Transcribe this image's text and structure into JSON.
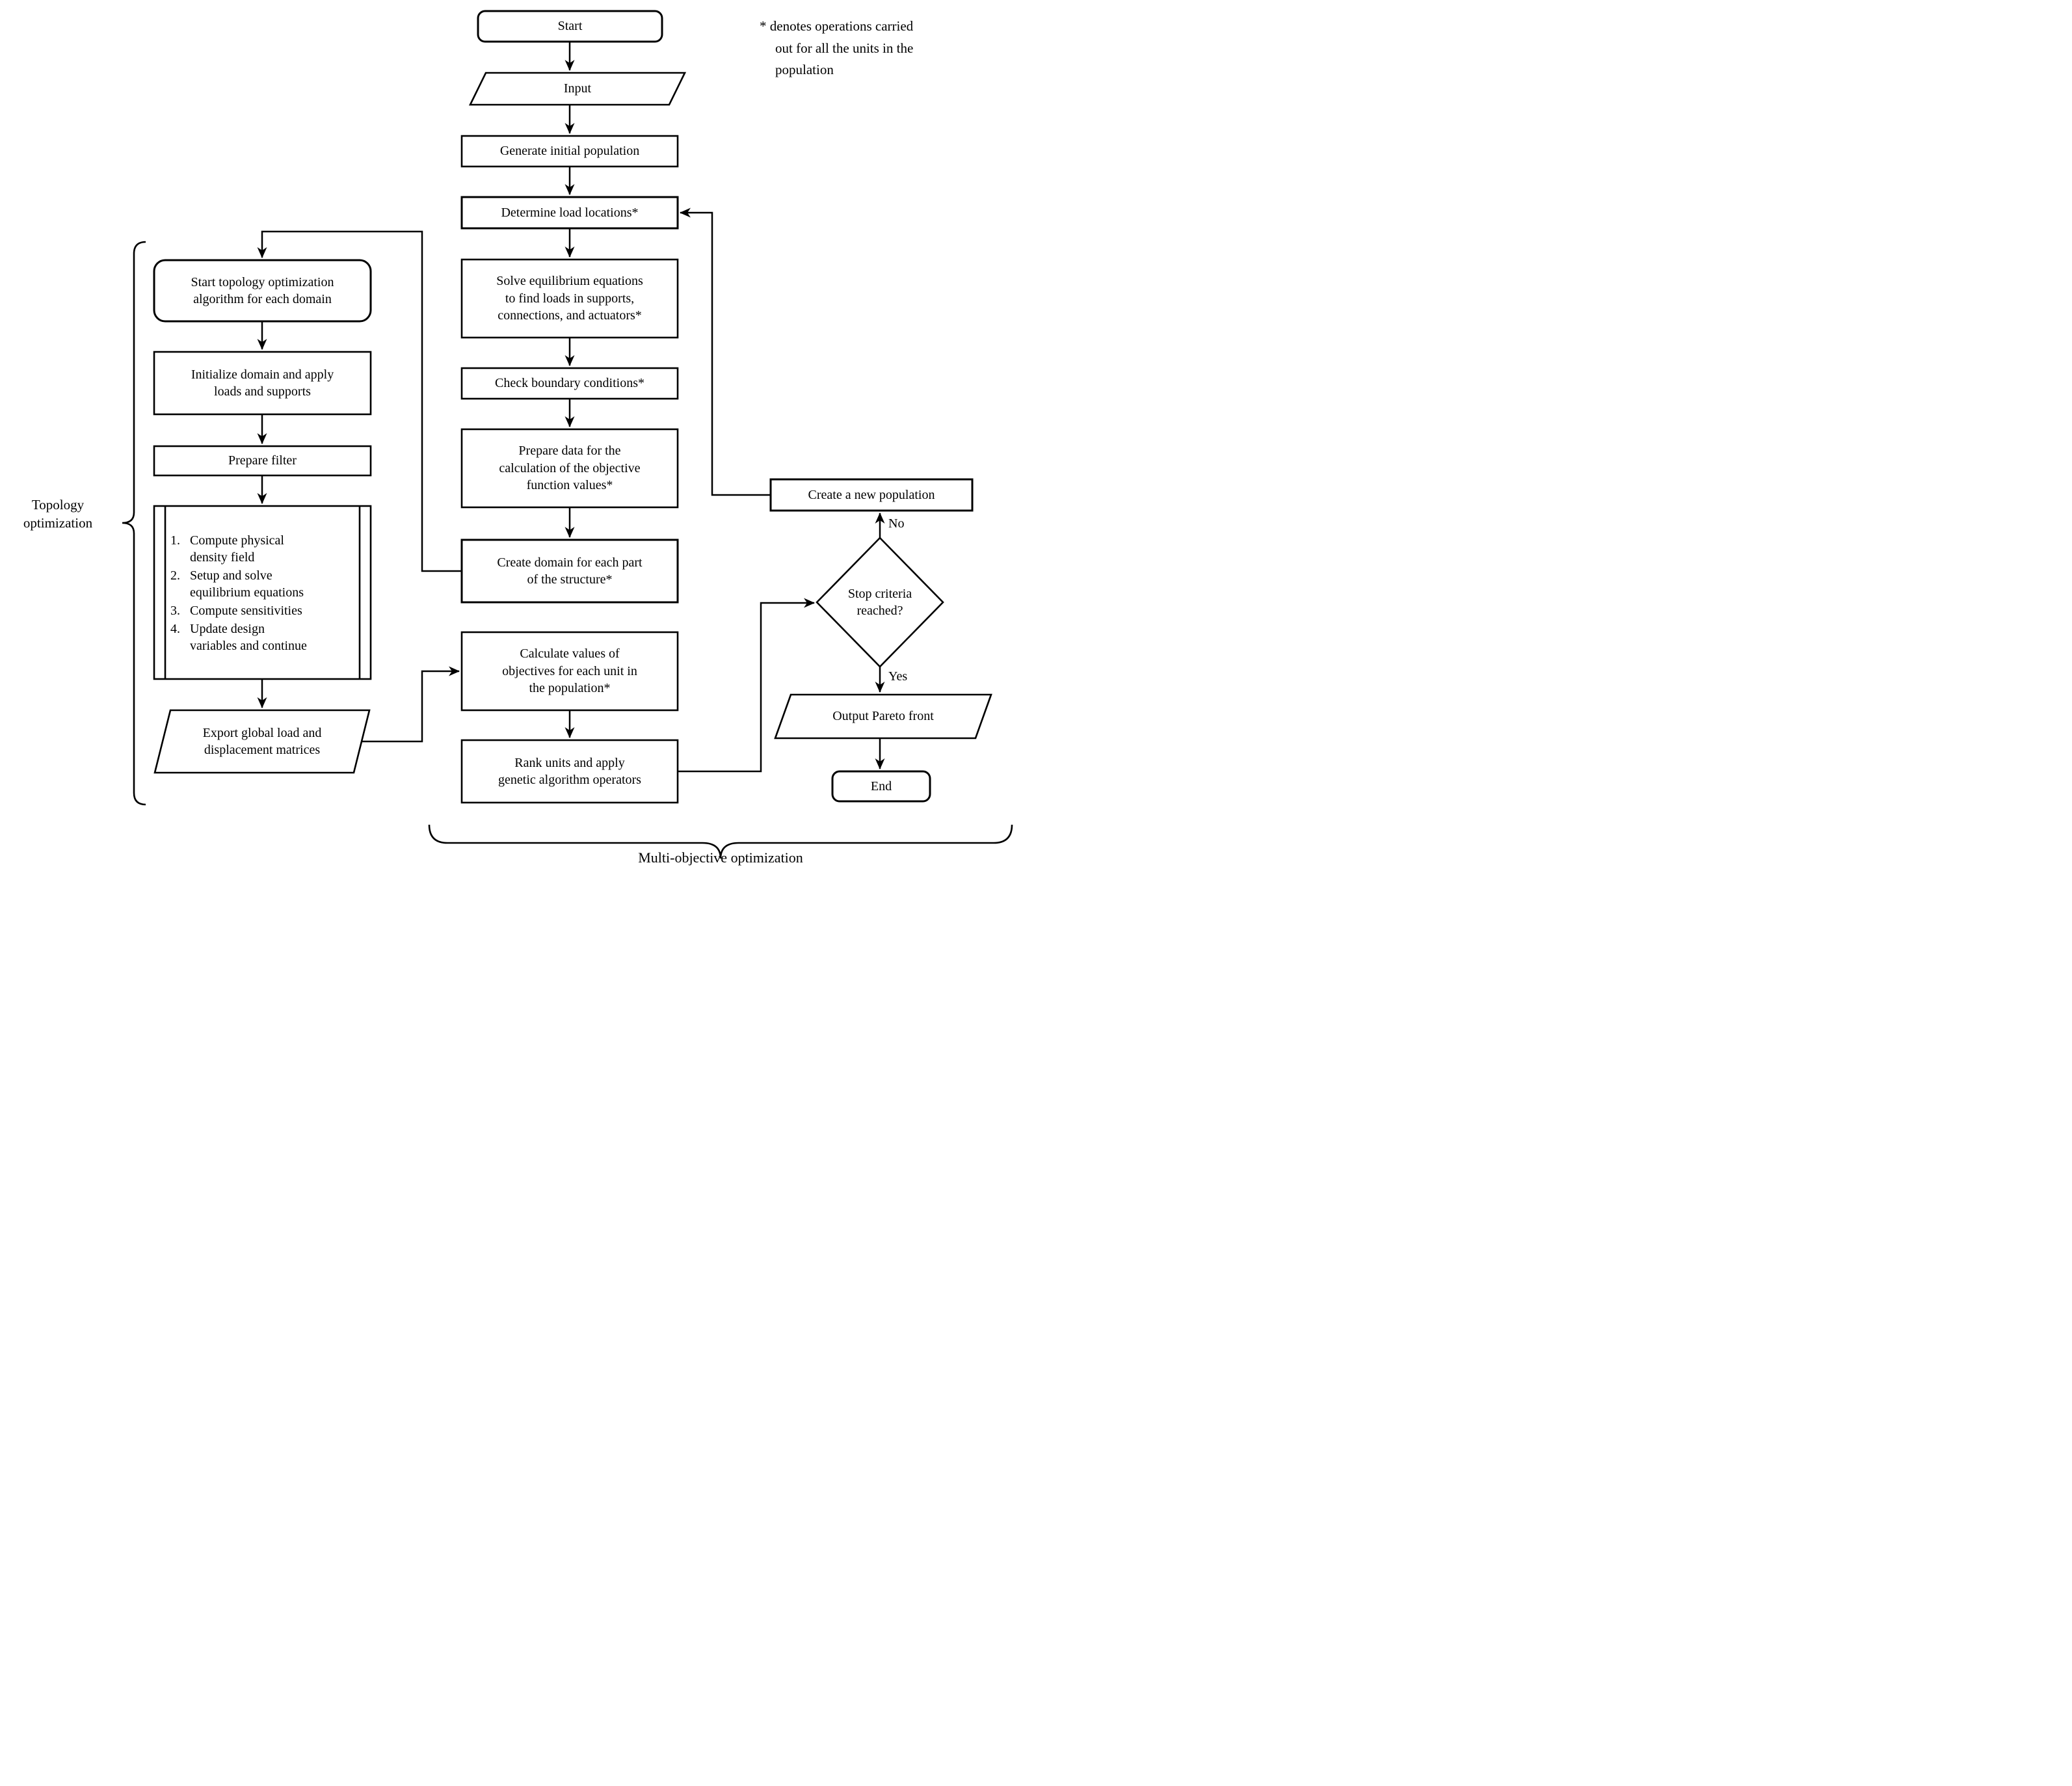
{
  "note": "* denotes operations carried\nout for all the units in the\npopulation",
  "labels": {
    "topology_group": "Topology\noptimization",
    "multi_objective_group": "Multi-objective optimization",
    "no": "No",
    "yes": "Yes"
  },
  "colors": {
    "stroke": "#000000",
    "background": "#ffffff"
  },
  "nodes": {
    "start": "Start",
    "input": "Input",
    "generate_population": "Generate initial population",
    "determine_loads": "Determine load locations*",
    "solve_equilibrium": "Solve equilibrium equations\nto find loads in supports,\nconnections, and actuators*",
    "check_boundary": "Check boundary conditions*",
    "prepare_data": "Prepare data for the\ncalculation of the objective\nfunction values*",
    "create_domain": "Create domain for each part\nof the structure*",
    "calculate_values": "Calculate values of\nobjectives for each unit in\nthe population*",
    "rank_units": "Rank units and apply\ngenetic algorithm operators",
    "start_topology": "Start topology optimization\nalgorithm for each domain",
    "initialize_domain": "Initialize domain and apply\nloads and supports",
    "prepare_filter": "Prepare filter",
    "topology_steps": [
      {
        "num": "1.",
        "text": "Compute physical\ndensity field"
      },
      {
        "num": "2.",
        "text": "Setup and solve\nequilibrium equations"
      },
      {
        "num": "3.",
        "text": "Compute sensitivities"
      },
      {
        "num": "4.",
        "text": "Update design\nvariables and continue"
      }
    ],
    "export_matrices": "Export global load and\ndisplacement matrices",
    "create_new_population": "Create a new population",
    "stop_criteria": "Stop criteria\nreached?",
    "output_pareto": "Output Pareto front",
    "end": "End"
  }
}
